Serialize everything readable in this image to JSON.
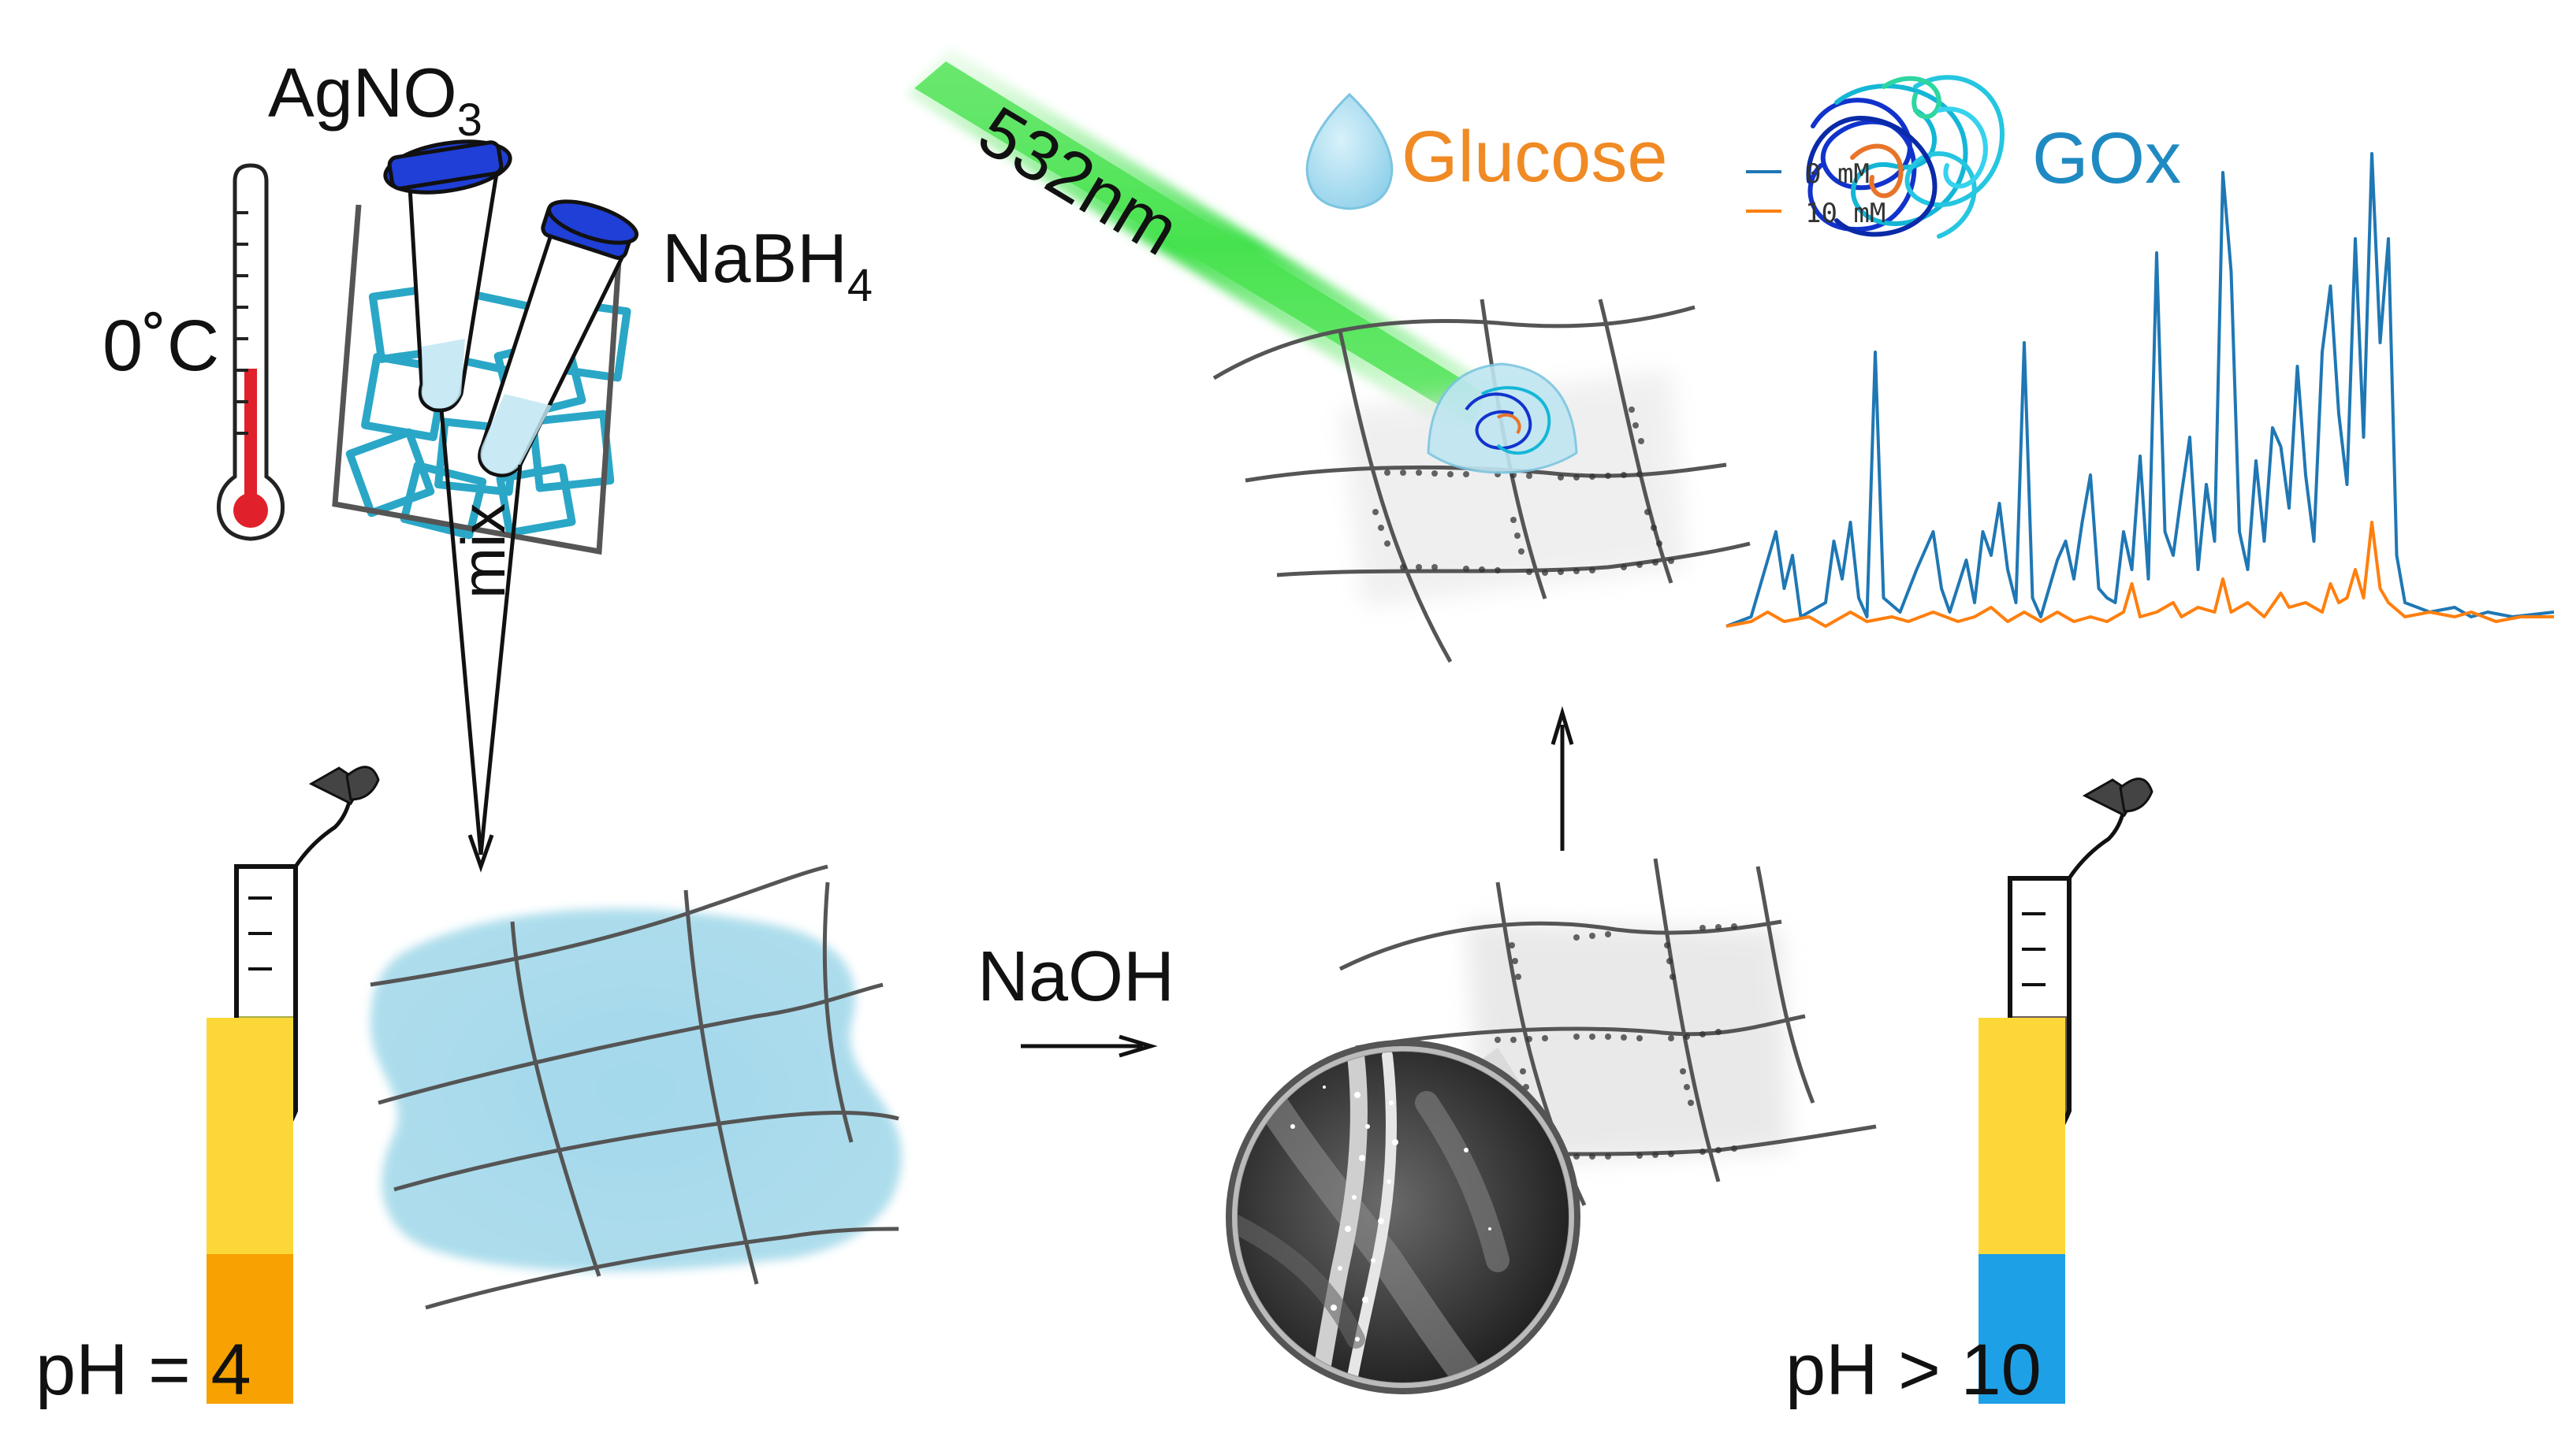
{
  "reagents": {
    "silver_nitrate": "AgNO",
    "silver_nitrate_sub": "3",
    "reducer": "NaBH",
    "reducer_sub": "4",
    "temperature": "0˚C",
    "mix": "mix"
  },
  "laser": {
    "wavelength": "532nm"
  },
  "analyte": {
    "label": "Glucose"
  },
  "enzyme": {
    "label": "GOx"
  },
  "base": {
    "label": "NaOH"
  },
  "ph_acidic": {
    "prefix": "pH = ",
    "value": "4"
  },
  "ph_basic": {
    "prefix": "pH > ",
    "value": "10"
  },
  "colors": {
    "laser_green": "#3ee04a",
    "glucose_orange": "#f08a24",
    "gox_blue": "#1f8ac2",
    "ice_blue": "#2aa7c7",
    "cap_blue": "#1f3fd6",
    "fabric_blue": "#a9dbeb",
    "ph4_orange": "#f7a200",
    "ph_yellow": "#fbd837",
    "ph10_blue": "#1ea0e6",
    "series_0mM": "#1f77b4",
    "series_10mM": "#ff7f0e"
  },
  "chart_data": {
    "type": "line",
    "legend_position": "top-left",
    "grid": false,
    "series": [
      {
        "name": "0 mM",
        "color": "#1f77b4",
        "points": [
          [
            0,
            0
          ],
          [
            3,
            0.02
          ],
          [
            5,
            0.14
          ],
          [
            6,
            0.2
          ],
          [
            7,
            0.08
          ],
          [
            8,
            0.15
          ],
          [
            9,
            0.02
          ],
          [
            12,
            0.05
          ],
          [
            13,
            0.18
          ],
          [
            14,
            0.1
          ],
          [
            15,
            0.22
          ],
          [
            16,
            0.06
          ],
          [
            17,
            0.02
          ],
          [
            18,
            0.58
          ],
          [
            19,
            0.06
          ],
          [
            21,
            0.03
          ],
          [
            23,
            0.12
          ],
          [
            25,
            0.2
          ],
          [
            26,
            0.08
          ],
          [
            27,
            0.03
          ],
          [
            29,
            0.14
          ],
          [
            30,
            0.05
          ],
          [
            31,
            0.2
          ],
          [
            32,
            0.15
          ],
          [
            33,
            0.26
          ],
          [
            34,
            0.12
          ],
          [
            35,
            0.05
          ],
          [
            36,
            0.6
          ],
          [
            37,
            0.06
          ],
          [
            38,
            0.02
          ],
          [
            40,
            0.14
          ],
          [
            41,
            0.18
          ],
          [
            42,
            0.1
          ],
          [
            43,
            0.22
          ],
          [
            44,
            0.32
          ],
          [
            45,
            0.08
          ],
          [
            46,
            0.06
          ],
          [
            47,
            0.05
          ],
          [
            48,
            0.2
          ],
          [
            49,
            0.12
          ],
          [
            50,
            0.36
          ],
          [
            51,
            0.1
          ],
          [
            52,
            0.79
          ],
          [
            53,
            0.2
          ],
          [
            54,
            0.15
          ],
          [
            55,
            0.28
          ],
          [
            56,
            0.4
          ],
          [
            57,
            0.12
          ],
          [
            58,
            0.3
          ],
          [
            59,
            0.18
          ],
          [
            60,
            0.96
          ],
          [
            61,
            0.75
          ],
          [
            62,
            0.2
          ],
          [
            63,
            0.12
          ],
          [
            64,
            0.35
          ],
          [
            65,
            0.18
          ],
          [
            66,
            0.42
          ],
          [
            67,
            0.38
          ],
          [
            68,
            0.25
          ],
          [
            69,
            0.55
          ],
          [
            70,
            0.32
          ],
          [
            71,
            0.18
          ],
          [
            72,
            0.58
          ],
          [
            73,
            0.72
          ],
          [
            74,
            0.45
          ],
          [
            75,
            0.3
          ],
          [
            76,
            0.82
          ],
          [
            77,
            0.4
          ],
          [
            78,
            1.0
          ],
          [
            79,
            0.6
          ],
          [
            80,
            0.82
          ],
          [
            81,
            0.15
          ],
          [
            82,
            0.05
          ],
          [
            85,
            0.03
          ],
          [
            88,
            0.04
          ],
          [
            90,
            0.02
          ],
          [
            92,
            0.03
          ],
          [
            95,
            0.02
          ],
          [
            100,
            0.03
          ]
        ]
      },
      {
        "name": "10 mM",
        "color": "#ff7f0e",
        "points": [
          [
            0,
            0
          ],
          [
            3,
            0.01
          ],
          [
            5,
            0.03
          ],
          [
            7,
            0.01
          ],
          [
            10,
            0.02
          ],
          [
            12,
            0.0
          ],
          [
            15,
            0.03
          ],
          [
            17,
            0.01
          ],
          [
            20,
            0.02
          ],
          [
            22,
            0.01
          ],
          [
            25,
            0.03
          ],
          [
            28,
            0.01
          ],
          [
            30,
            0.02
          ],
          [
            32,
            0.04
          ],
          [
            34,
            0.01
          ],
          [
            36,
            0.03
          ],
          [
            38,
            0.01
          ],
          [
            40,
            0.03
          ],
          [
            42,
            0.01
          ],
          [
            44,
            0.02
          ],
          [
            46,
            0.01
          ],
          [
            48,
            0.03
          ],
          [
            49,
            0.09
          ],
          [
            50,
            0.02
          ],
          [
            52,
            0.03
          ],
          [
            54,
            0.05
          ],
          [
            55,
            0.02
          ],
          [
            57,
            0.04
          ],
          [
            59,
            0.03
          ],
          [
            60,
            0.1
          ],
          [
            61,
            0.03
          ],
          [
            63,
            0.05
          ],
          [
            65,
            0.02
          ],
          [
            67,
            0.07
          ],
          [
            68,
            0.04
          ],
          [
            70,
            0.05
          ],
          [
            72,
            0.03
          ],
          [
            73,
            0.09
          ],
          [
            74,
            0.05
          ],
          [
            75,
            0.06
          ],
          [
            76,
            0.12
          ],
          [
            77,
            0.06
          ],
          [
            78,
            0.22
          ],
          [
            79,
            0.08
          ],
          [
            80,
            0.05
          ],
          [
            82,
            0.02
          ],
          [
            85,
            0.03
          ],
          [
            88,
            0.02
          ],
          [
            90,
            0.03
          ],
          [
            93,
            0.01
          ],
          [
            96,
            0.02
          ],
          [
            100,
            0.02
          ]
        ]
      }
    ]
  }
}
